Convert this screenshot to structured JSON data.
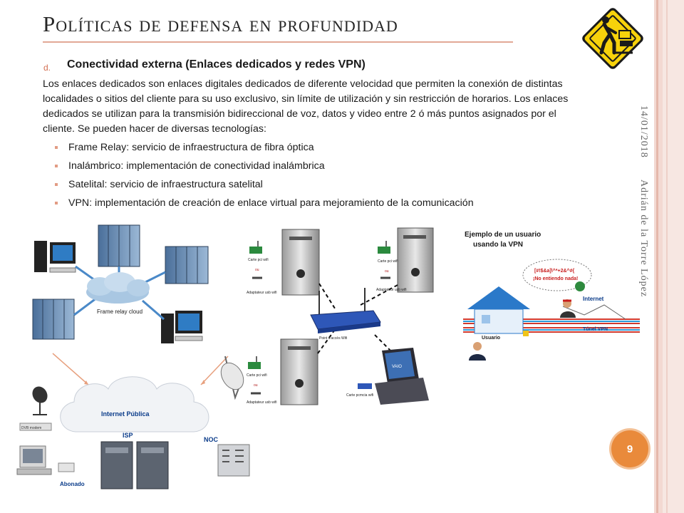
{
  "slide": {
    "title": "Políticas de defensa en profundidad",
    "subheading_marker": "d.",
    "subheading": "Conectividad externa (Enlaces dedicados y redes VPN)",
    "paragraph": "Los enlaces dedicados son enlaces digitales dedicados de diferente velocidad que permiten la conexión de distintas localidades o sitios del cliente para su uso exclusivo, sin límite de utilización y sin restricción de horarios. Los enlaces dedicados se utilizan para la transmisión bidireccional de voz, datos y video entre 2 ó más puntos asignados por el cliente. Se pueden hacer de diversas tecnologías:",
    "bullets": [
      "Frame Relay: servicio de infraestructura de fibra óptica",
      "Inalámbrico: implementación de conectividad inalámbrica",
      "Satelital: servicio de infraestructura satelital",
      "VPN: implementación de creación de enlace virtual para mejoramiento de la comunicación"
    ],
    "date": "14/01/2018",
    "author": "Adrián de la Torre López",
    "page_number": "9"
  },
  "figures": {
    "frame_relay": {
      "cloud_label": "Frame relay cloud"
    },
    "wireless": {
      "card_label_1": "Carte pci wifi",
      "or_1": "ou",
      "adapter_label_1": "Adaptateur usb wifi",
      "card_label_2": "Carte pci wifi",
      "or_2": "ou",
      "adapter_label_2": "Adaptateur usb wifi",
      "card_label_3": "Carte pci wifi",
      "or_3": "ou",
      "adapter_label_3": "Adaptateur usb wifi",
      "access_point_label": "Point d'accès Wifi",
      "pcmcia_label": "Carte pcmcia wifi",
      "laptop_brand": "VAIO"
    },
    "vpn": {
      "heading_line1": "Ejemplo de un usuario",
      "heading_line2": "usando la VPN",
      "bubble_line1": "[#!$&a]\\^*+2&^#{",
      "bubble_line2": "¡No entiendo nada!",
      "internet_label": "Internet",
      "tunnel_label": "Túnel VPN",
      "user_label": "Usuario"
    },
    "satellite": {
      "cloud_label": "Internet Pública",
      "isp_label": "ISP",
      "noc_label": "NOC",
      "modem_label": "DVB modem",
      "subscriber_label": "Abonado"
    }
  },
  "colors": {
    "accent": "#e2a896",
    "badge": "#e98a3b",
    "sign_yellow": "#f7d20b"
  }
}
